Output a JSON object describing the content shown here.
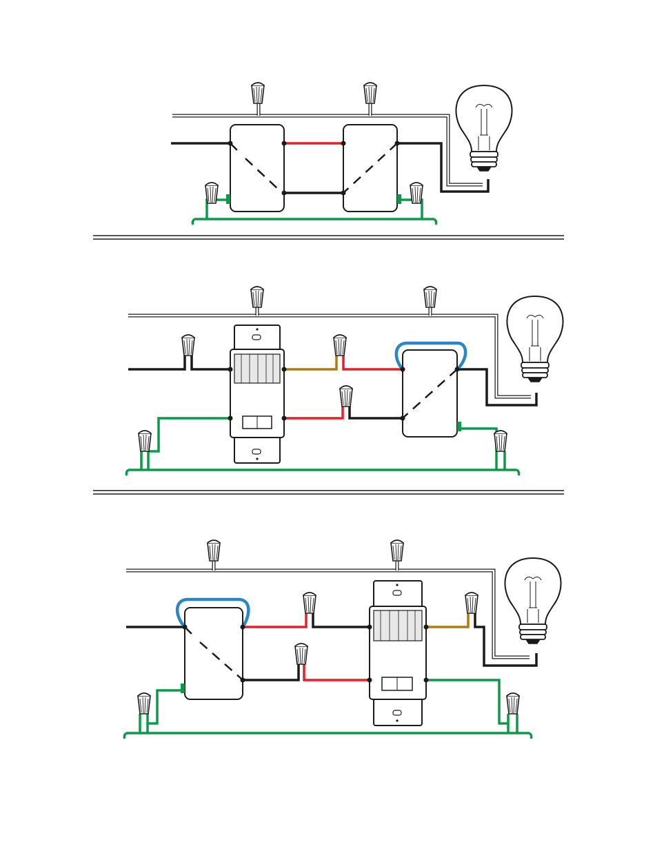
{
  "colors": {
    "hot": "#1a1a1a",
    "neutral": "#ffffff",
    "neutral_outline": "#1a1a1a",
    "ground": "#0a9a4a",
    "traveler": "#e0202a",
    "sensor_load": "#b07a10",
    "jumper": "#2a86c8",
    "device_fill": "#ffffff",
    "device_outline": "#1a1a1a",
    "wirenut_fill": "#ffffff"
  },
  "icons": {
    "bulb": "light-bulb-icon",
    "wirenut": "wire-nut-icon",
    "switch": "three-way-switch-icon",
    "sensor": "occupancy-sensor-switch-icon",
    "ground_terminal": "ground-terminal-icon"
  },
  "panels": [
    {
      "id": "panel-1",
      "devices": [
        "three-way-switch",
        "three-way-switch",
        "light-bulb"
      ]
    },
    {
      "id": "panel-2",
      "devices": [
        "occupancy-sensor-switch",
        "three-way-switch",
        "light-bulb"
      ]
    },
    {
      "id": "panel-3",
      "devices": [
        "three-way-switch",
        "occupancy-sensor-switch",
        "light-bulb"
      ]
    }
  ]
}
